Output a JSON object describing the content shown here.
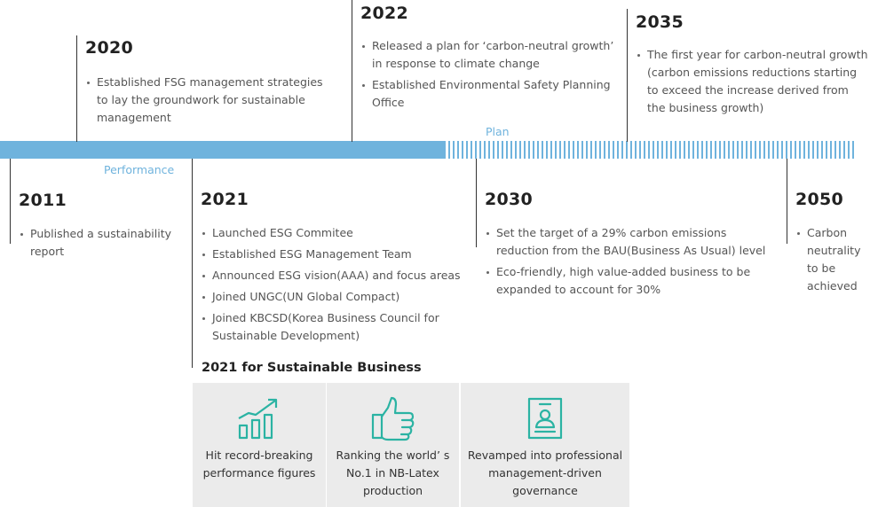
{
  "timeline": {
    "performance_label": "Performance",
    "plan_label": "Plan",
    "events": [
      {
        "year": "2020",
        "items": [
          "Established FSG management strategies to lay the groundwork for sustainable management"
        ]
      },
      {
        "year": "2022",
        "items": [
          "Released a plan for ‘carbon-neutral growth’ in response to climate change",
          "Established Environmental Safety Planning Office"
        ]
      },
      {
        "year": "2035",
        "items": [
          "The first year for carbon-neutral growth (carbon emissions reductions starting to exceed the increase derived from the business growth)"
        ]
      },
      {
        "year": "2011",
        "items": [
          "Published a sustainability report"
        ]
      },
      {
        "year": "2021",
        "items": [
          "Launched ESG Commitee",
          "Established ESG Management Team",
          "Announced ESG vision(AAA) and focus areas",
          "Joined UNGC(UN Global Compact)",
          "Joined KBCSD(Korea Business Council for Sustainable Development)"
        ]
      },
      {
        "year": "2030",
        "items": [
          "Set the target of a 29% carbon emissions reduction from the BAU(Business As Usual) level",
          "Eco-friendly, high value-added business to be expanded to account for 30%"
        ]
      },
      {
        "year": "2050",
        "items": [
          "Carbon neutrality to be achieved"
        ]
      }
    ]
  },
  "sustainable_business": {
    "title": "2021 for Sustainable Business",
    "accent_color": "#2bb3a3",
    "cards": [
      {
        "icon": "growth-chart-icon",
        "label": "Hit record-breaking performance figures"
      },
      {
        "icon": "thumbs-up-icon",
        "label": "Ranking the world’ s No.1 in NB-Latex production"
      },
      {
        "icon": "id-badge-icon",
        "label": "Revamped into professional management-driven governance"
      }
    ]
  },
  "colors": {
    "bar": "#6fb3dd",
    "card_bg": "#ebebeb"
  }
}
